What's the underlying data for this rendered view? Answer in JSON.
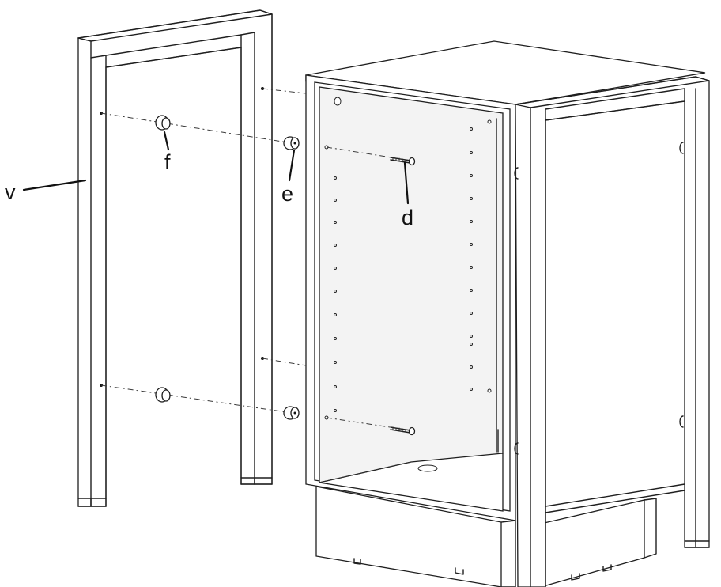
{
  "labels": {
    "v": "v",
    "f": "f",
    "e": "e",
    "d": "d"
  }
}
